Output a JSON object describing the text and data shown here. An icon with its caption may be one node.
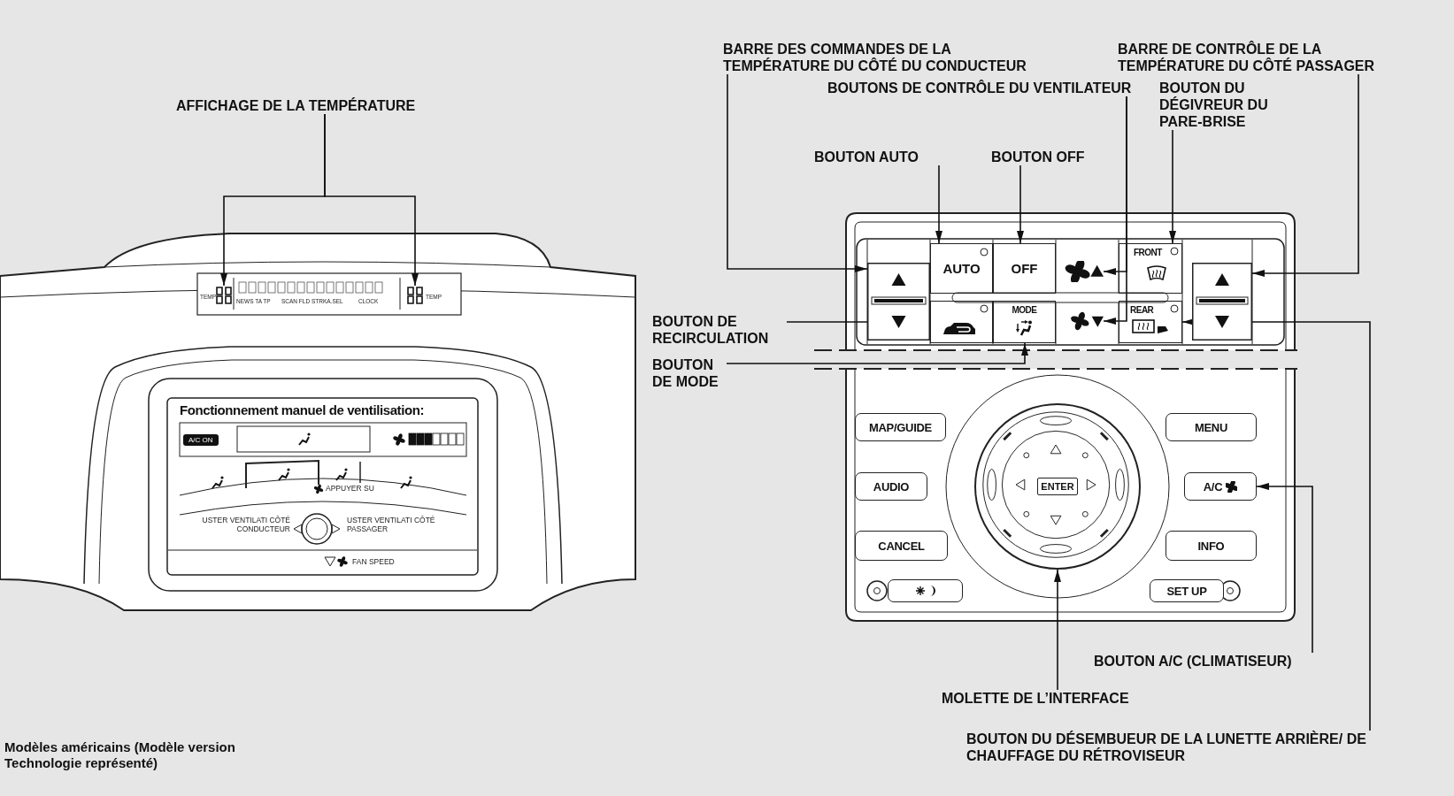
{
  "diagram": {
    "caption": "Modèles américains (Modèle version Technologie représenté)",
    "nodes": [
      {
        "text": [
          "AFFICHAGE DE LA TEMPÉRATURE"
        ]
      },
      {
        "text": [],
        "shape": "box",
        "beside": [
          "TEMP"
        ]
      },
      {
        "text": [],
        "shape": "box",
        "beside": [
          "TEMP"
        ]
      },
      {
        "text": [
          "BARRE DES COMMANDES DE LA TEMPÉRATURE DU CÔTÉ DU CONDUCTEUR"
        ]
      },
      {
        "text": [],
        "shape": "bar"
      },
      {
        "text": [
          "BOUTONS DE CONTRÔLE DU VENTILATEUR"
        ]
      },
      {
        "text": [],
        "shape": "box"
      },
      {
        "text": [],
        "shape": "box"
      },
      {
        "text": [
          "BARRE DE CONTRÔLE DE LA TEMPÉRATURE DU CÔTÉ PASSAGER"
        ]
      },
      {
        "text": [],
        "shape": "bar"
      },
      {
        "text": [
          "BOUTON DU DÉGIVREUR DU PARE-BRISE"
        ]
      },
      {
        "text": [
          "FRONT"
        ]
      },
      {
        "text": [
          "BOUTON AUTO"
        ]
      },
      {
        "text": [
          "AUTO"
        ]
      },
      {
        "text": [
          "BOUTON OFF"
        ]
      },
      {
        "text": [
          "OFF"
        ]
      },
      {
        "text": [
          "BOUTON DE RECIRCULATION"
        ]
      },
      {
        "text": [],
        "shape": "box"
      },
      {
        "text": [
          "BOUTON DE MODE"
        ]
      },
      {
        "text": [
          "MODE"
        ]
      },
      {
        "text": [
          "MOLETTE DE L’INTERFACE"
        ]
      },
      {
        "text": [],
        "shape": "circle"
      },
      {
        "text": [
          "BOUTON A/C (CLIMATISEUR)"
        ]
      },
      {
        "text": [
          "A/C"
        ]
      },
      {
        "text": [
          "BOUTON DU DÉSEMBUEUR DE LA LUNETTE ARRIÈRE/ DE CHAUFFAGE DU RÉTROVISEUR"
        ]
      },
      {
        "text": [
          "REAR"
        ]
      },
      {
        "text": [
          "MAP/GUIDE"
        ]
      },
      {
        "text": [
          "MENU"
        ]
      },
      {
        "text": [
          "AUDIO"
        ]
      },
      {
        "text": [
          "ENTER"
        ],
        "in": 21
      },
      {
        "text": [
          "CANCEL"
        ]
      },
      {
        "text": [
          "INFO"
        ]
      },
      {
        "text": [],
        "shape": "box"
      },
      {
        "text": [
          "SET UP"
        ]
      }
    ],
    "edges": [
      {
        "from": 0,
        "to": 1,
        "arrow": "to"
      },
      {
        "from": 0,
        "to": 2,
        "arrow": "to"
      },
      {
        "from": 3,
        "to": 4,
        "arrow": "to"
      },
      {
        "from": 5,
        "to": 6,
        "arrow": "to"
      },
      {
        "from": 5,
        "to": 7,
        "arrow": "to"
      },
      {
        "from": 8,
        "to": 9,
        "arrow": "to"
      },
      {
        "from": 10,
        "to": 11,
        "arrow": "to"
      },
      {
        "from": 12,
        "to": 13,
        "arrow": "to"
      },
      {
        "from": 14,
        "to": 15,
        "arrow": "to"
      },
      {
        "from": 16,
        "to": 17,
        "arrow": "to"
      },
      {
        "from": 18,
        "to": 19,
        "arrow": "to"
      },
      {
        "from": 20,
        "to": 21,
        "arrow": "to"
      },
      {
        "from": 22,
        "to": 23,
        "arrow": "to"
      },
      {
        "from": 24,
        "to": 25,
        "arrow": "to"
      }
    ],
    "labels": [
      "NEWS TA TP",
      "SCAN FLD STRKA.SEL",
      "CLOCK",
      "Fonctionnement manuel de ventilisation:",
      "A/C ON",
      "APPUYER SU",
      "USTER VENTILATI CÔTÉ CONDUCTEUR",
      "USTER VENTILATI CÔTÉ PASSAGER",
      "FAN SPEED"
    ]
  }
}
